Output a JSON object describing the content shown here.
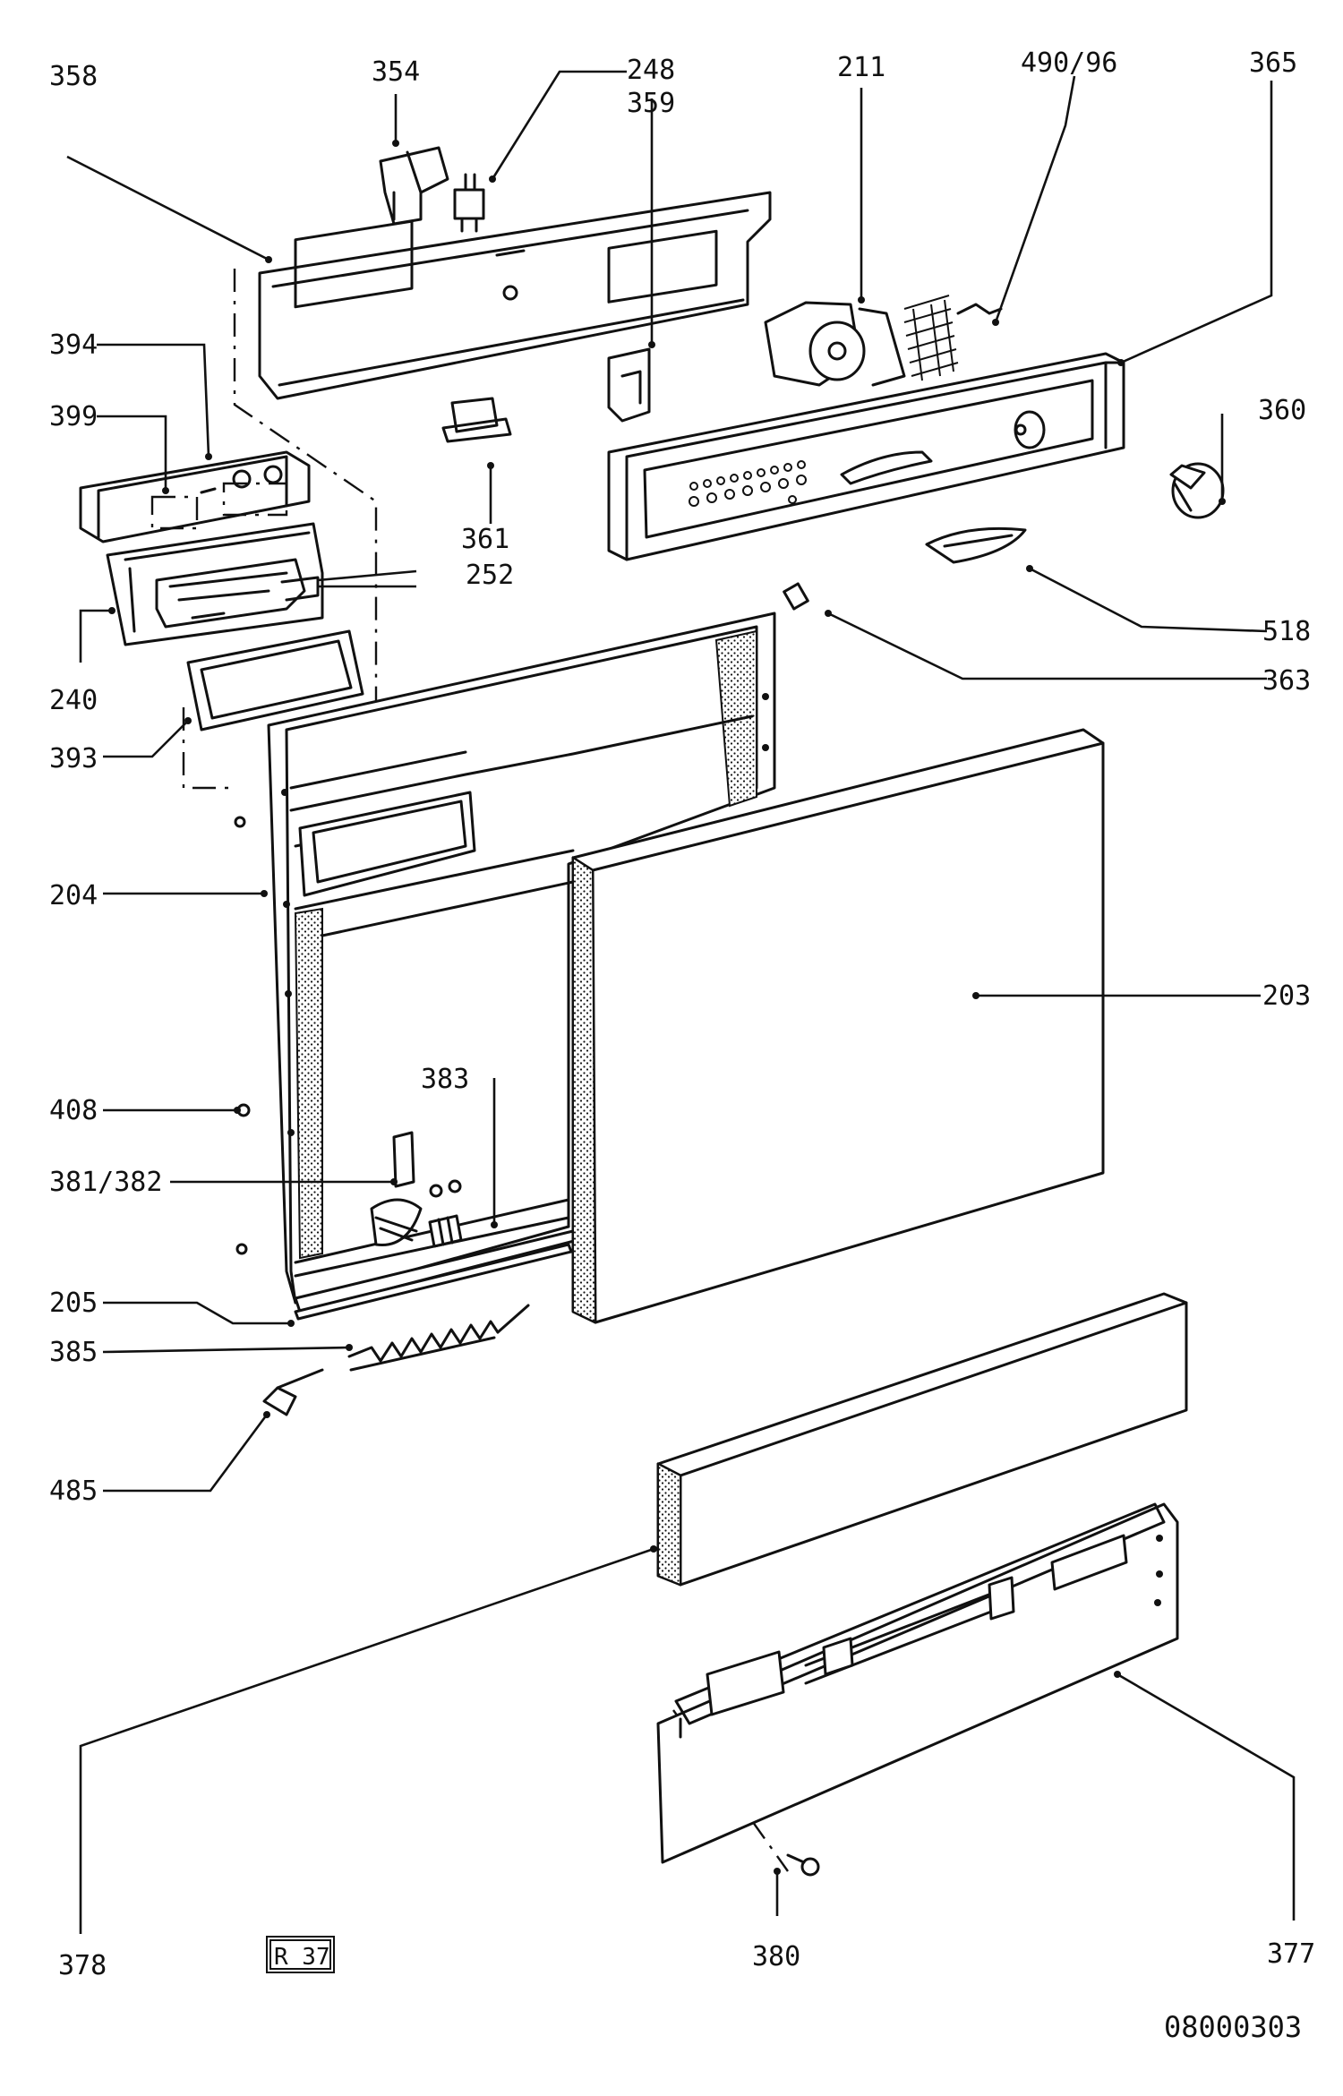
{
  "callouts": {
    "c358": "358",
    "c354": "354",
    "c248": "248",
    "c359": "359",
    "c211": "211",
    "c490_96": "490/96",
    "c365": "365",
    "c394": "394",
    "c399": "399",
    "c361": "361",
    "c252": "252",
    "c360": "360",
    "c240": "240",
    "c518": "518",
    "c363": "363",
    "c393": "393",
    "c204": "204",
    "c203": "203",
    "c383": "383",
    "c408": "408",
    "c381_382": "381/382",
    "c205": "205",
    "c385": "385",
    "c485": "485",
    "c378": "378",
    "c380": "380",
    "c377": "377"
  },
  "sheet_code": "R 37",
  "drawing_number": "08000303"
}
